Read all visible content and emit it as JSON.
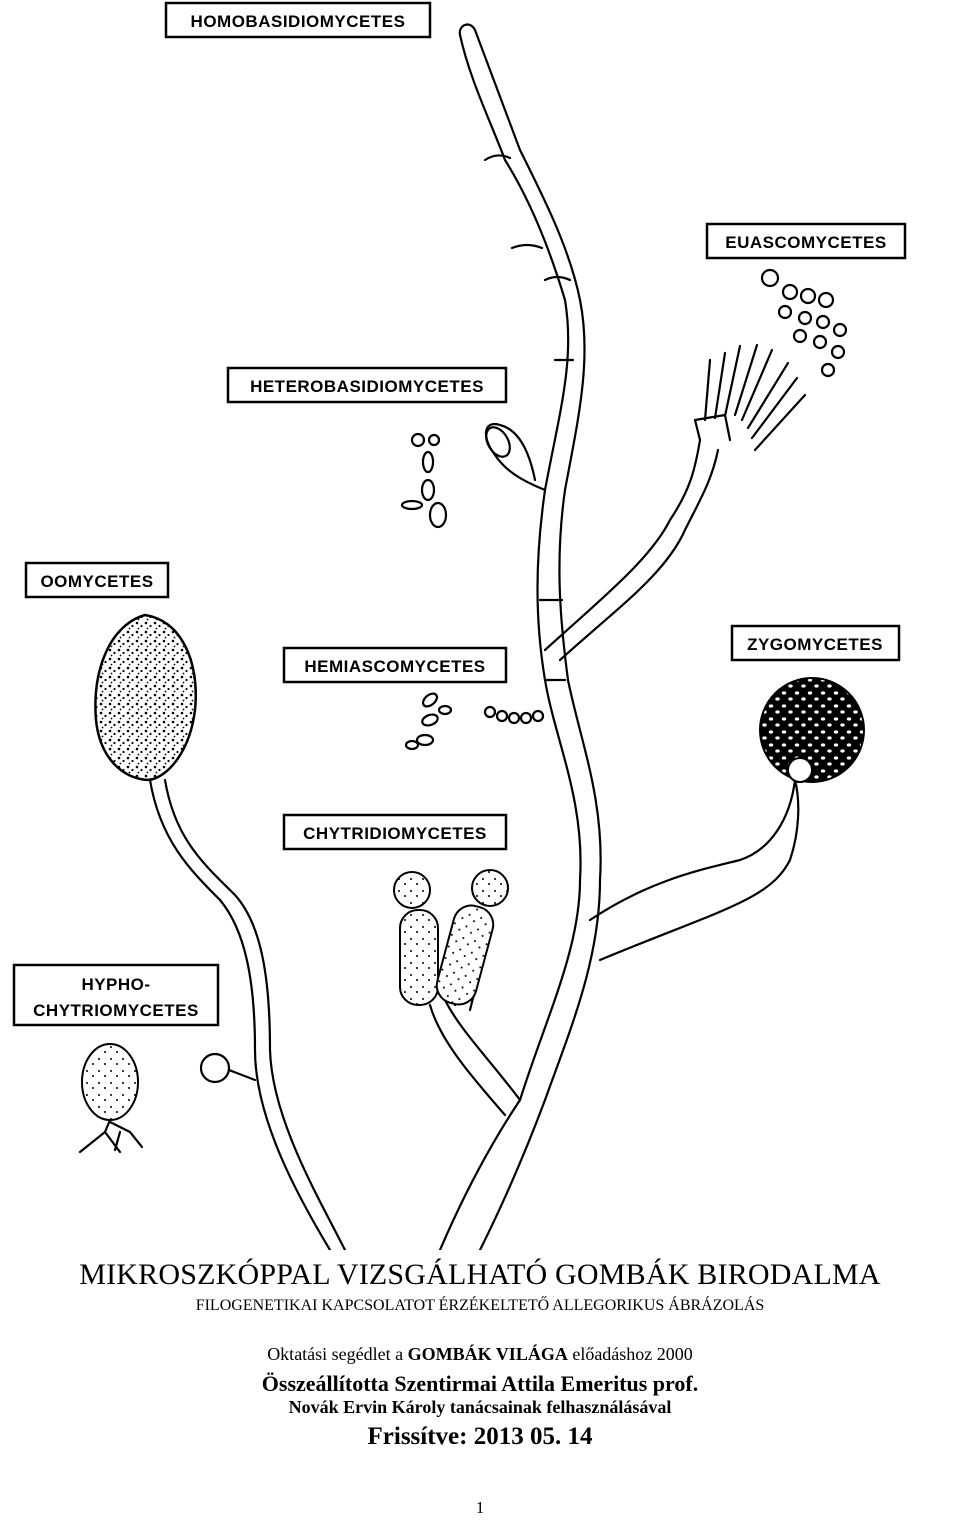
{
  "labels": {
    "homobasidiomycetes": "HOMOBASIDIOMYCETES",
    "euascomycetes": "EUASCOMYCETES",
    "heterobasidiomycetes": "HETEROBASIDIOMYCETES",
    "oomycetes": "OOMYCETES",
    "zygomycetes": "ZYGOMYCETES",
    "hemiascomycetes": "HEMIASCOMYCETES",
    "chytridiomycetes": "CHYTRIDIOMYCETES",
    "hypho_line1": "HYPHO-",
    "hypho_line2": "CHYTRIOMYCETES"
  },
  "title": "MIKROSZKÓPPAL VIZSGÁLHATÓ GOMBÁK BIRODALMA",
  "subtitle": "FILOGENETIKAI KAPCSOLATOT ÉRZÉKELTETŐ ALLEGORIKUS ÁBRÁZOLÁS",
  "line3": {
    "prefix": "Oktatási segédlet a",
    "bold": "GOMBÁK VILÁGA",
    "suffix": "előadáshoz  2000"
  },
  "line4": "Összeállította Szentirmai Attila  Emeritus prof.",
  "line5": "Novák Ervin Károly tanácsainak felhasználásával",
  "line6": "Frissítve: 2013 05. 14",
  "page_number": "1"
}
